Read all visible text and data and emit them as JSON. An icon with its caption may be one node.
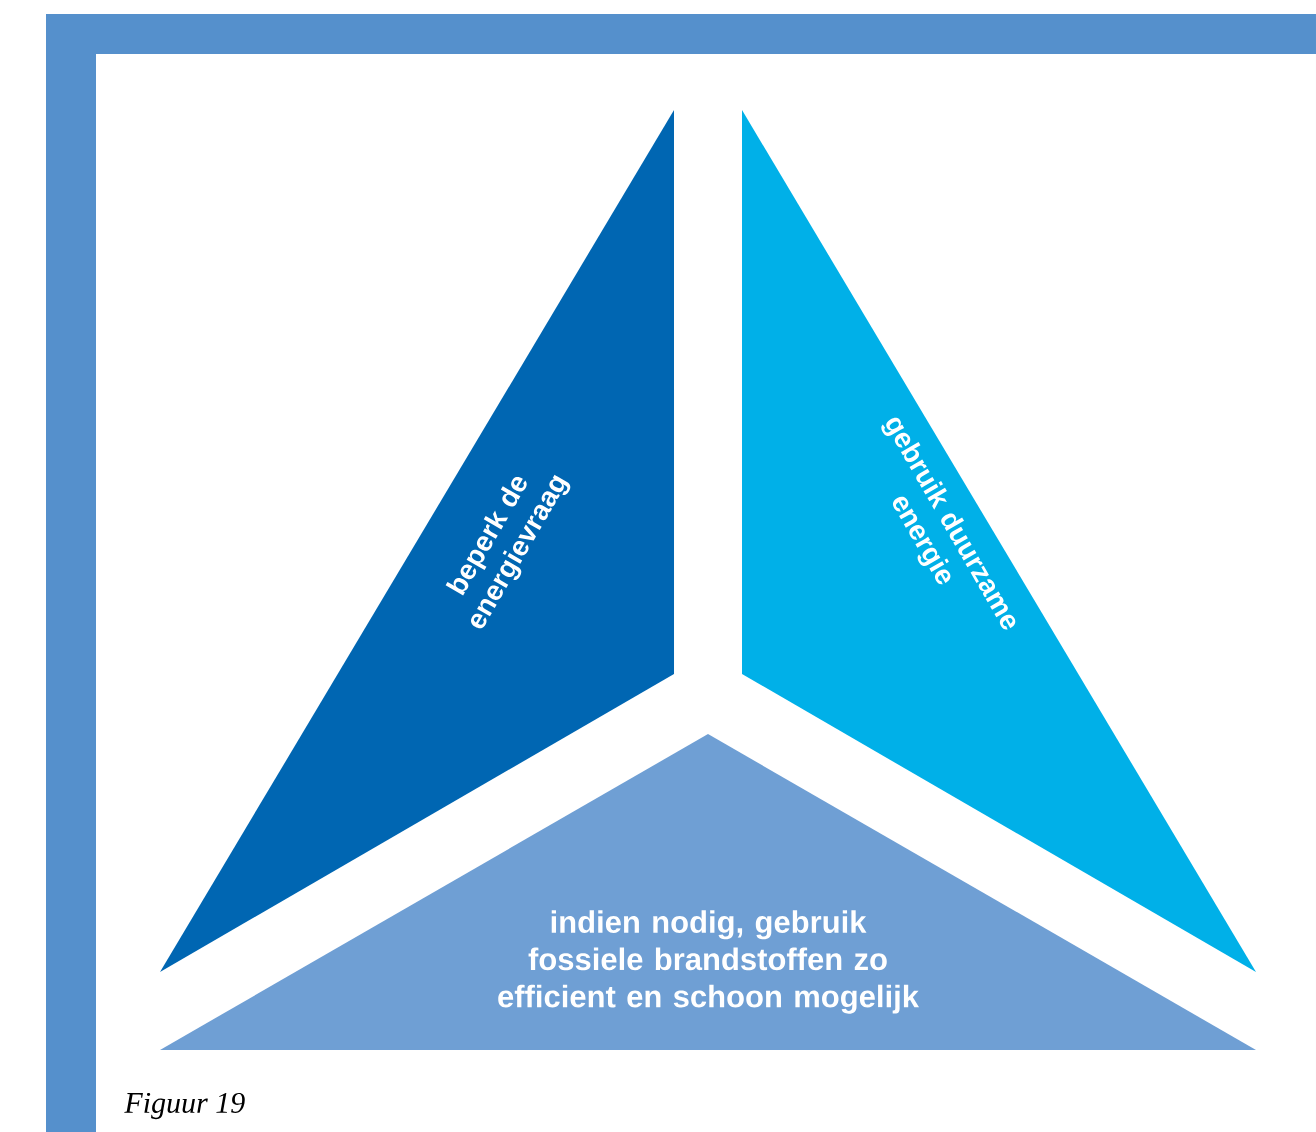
{
  "diagram": {
    "caption": "Figuur 19",
    "nodes": [
      {
        "text": [
          "beperk de energievraag"
        ]
      },
      {
        "text": [
          "gebruik duurzame energie"
        ]
      },
      {
        "text": [
          "indien nodig, gebruik fossiele brandstoffen zo efficient en schoon mogelijk"
        ]
      }
    ]
  }
}
